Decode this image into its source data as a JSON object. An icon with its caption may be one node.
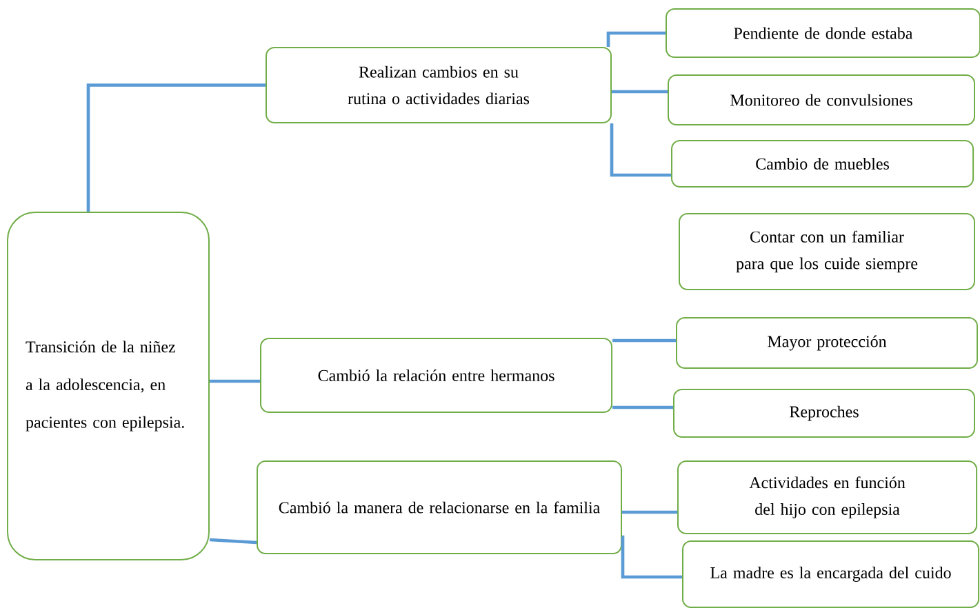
{
  "diagram": {
    "nodes": [
      {
        "text": [
          "Transición de la niñez a la adolescencia, en pacientes con epilepsia."
        ]
      },
      {
        "text": [
          "Realizan cambios en su rutina o actividades diarias"
        ]
      },
      {
        "text": [
          "Pendiente de donde estaba"
        ]
      },
      {
        "text": [
          "Monitoreo de convulsiones"
        ]
      },
      {
        "text": [
          "Cambio de muebles"
        ]
      },
      {
        "text": [
          "Contar con un familiar para que los cuide siempre"
        ]
      },
      {
        "text": [
          "Cambió la relación entre hermanos"
        ]
      },
      {
        "text": [
          "Mayor protección"
        ]
      },
      {
        "text": [
          "Reproches"
        ]
      },
      {
        "text": [
          "Cambió la manera de relacionarse en la familia"
        ]
      },
      {
        "text": [
          "Actividades en función del hijo con epilepsia"
        ]
      },
      {
        "text": [
          "La madre es la encargada del cuido"
        ]
      }
    ],
    "edges": [
      {
        "from": 0,
        "to": 1,
        "arrow": "none"
      },
      {
        "from": 1,
        "to": 2,
        "arrow": "none"
      },
      {
        "from": 1,
        "to": 3,
        "arrow": "none"
      },
      {
        "from": 1,
        "to": 4,
        "arrow": "none"
      },
      {
        "from": 0,
        "to": 6,
        "arrow": "none"
      },
      {
        "from": 6,
        "to": 7,
        "arrow": "none"
      },
      {
        "from": 6,
        "to": 8,
        "arrow": "none"
      },
      {
        "from": 0,
        "to": 9,
        "arrow": "none"
      },
      {
        "from": 9,
        "to": 10,
        "arrow": "none"
      },
      {
        "from": 9,
        "to": 11,
        "arrow": "none"
      }
    ]
  }
}
